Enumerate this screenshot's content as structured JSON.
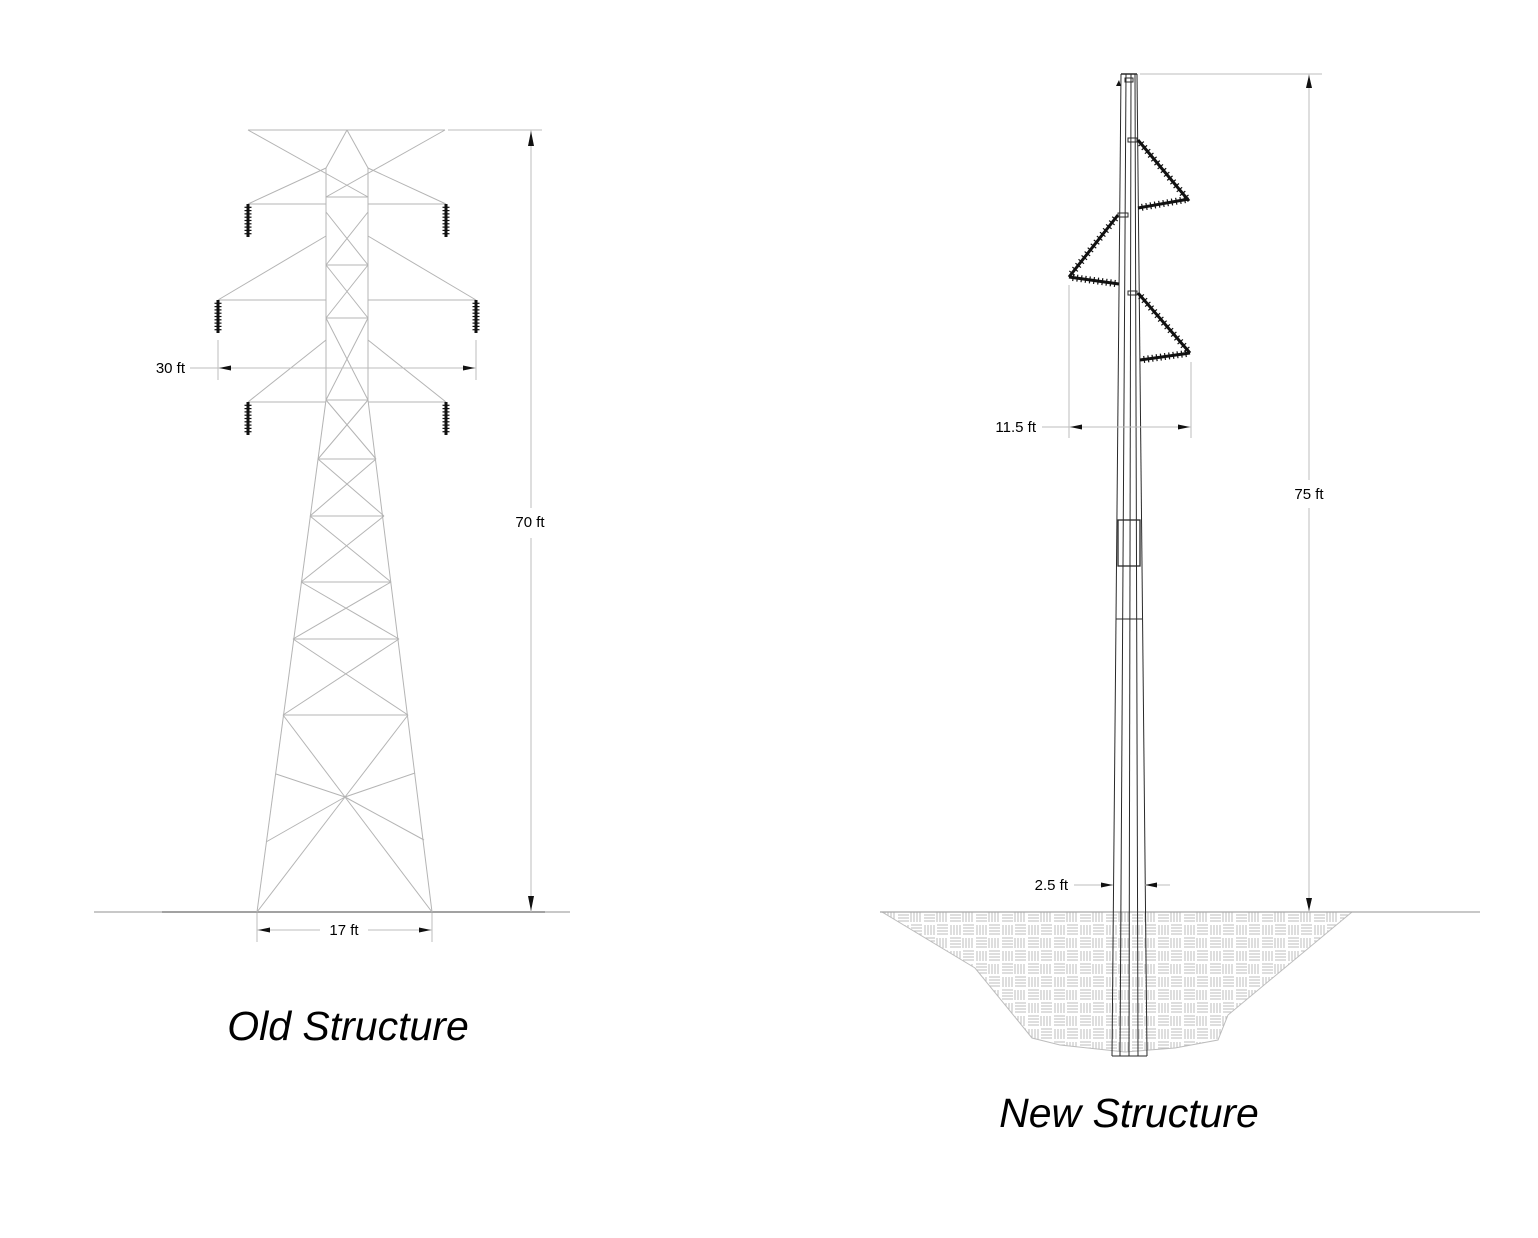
{
  "old_structure": {
    "caption": "Old Structure",
    "type": "lattice steel tower",
    "dimensions": {
      "height": "70 ft",
      "crossarm_width": "30 ft",
      "base_width": "17 ft"
    }
  },
  "new_structure": {
    "caption": "New Structure",
    "type": "monopole with braced post insulators",
    "dimensions": {
      "height": "75 ft",
      "insulator_spread": "11.5 ft",
      "pole_diameter": "2.5 ft"
    },
    "foundation": "hatched soil excavation"
  },
  "colors": {
    "line_light": "#b4b4b4",
    "line_dark": "#111111",
    "background": "#ffffff"
  }
}
